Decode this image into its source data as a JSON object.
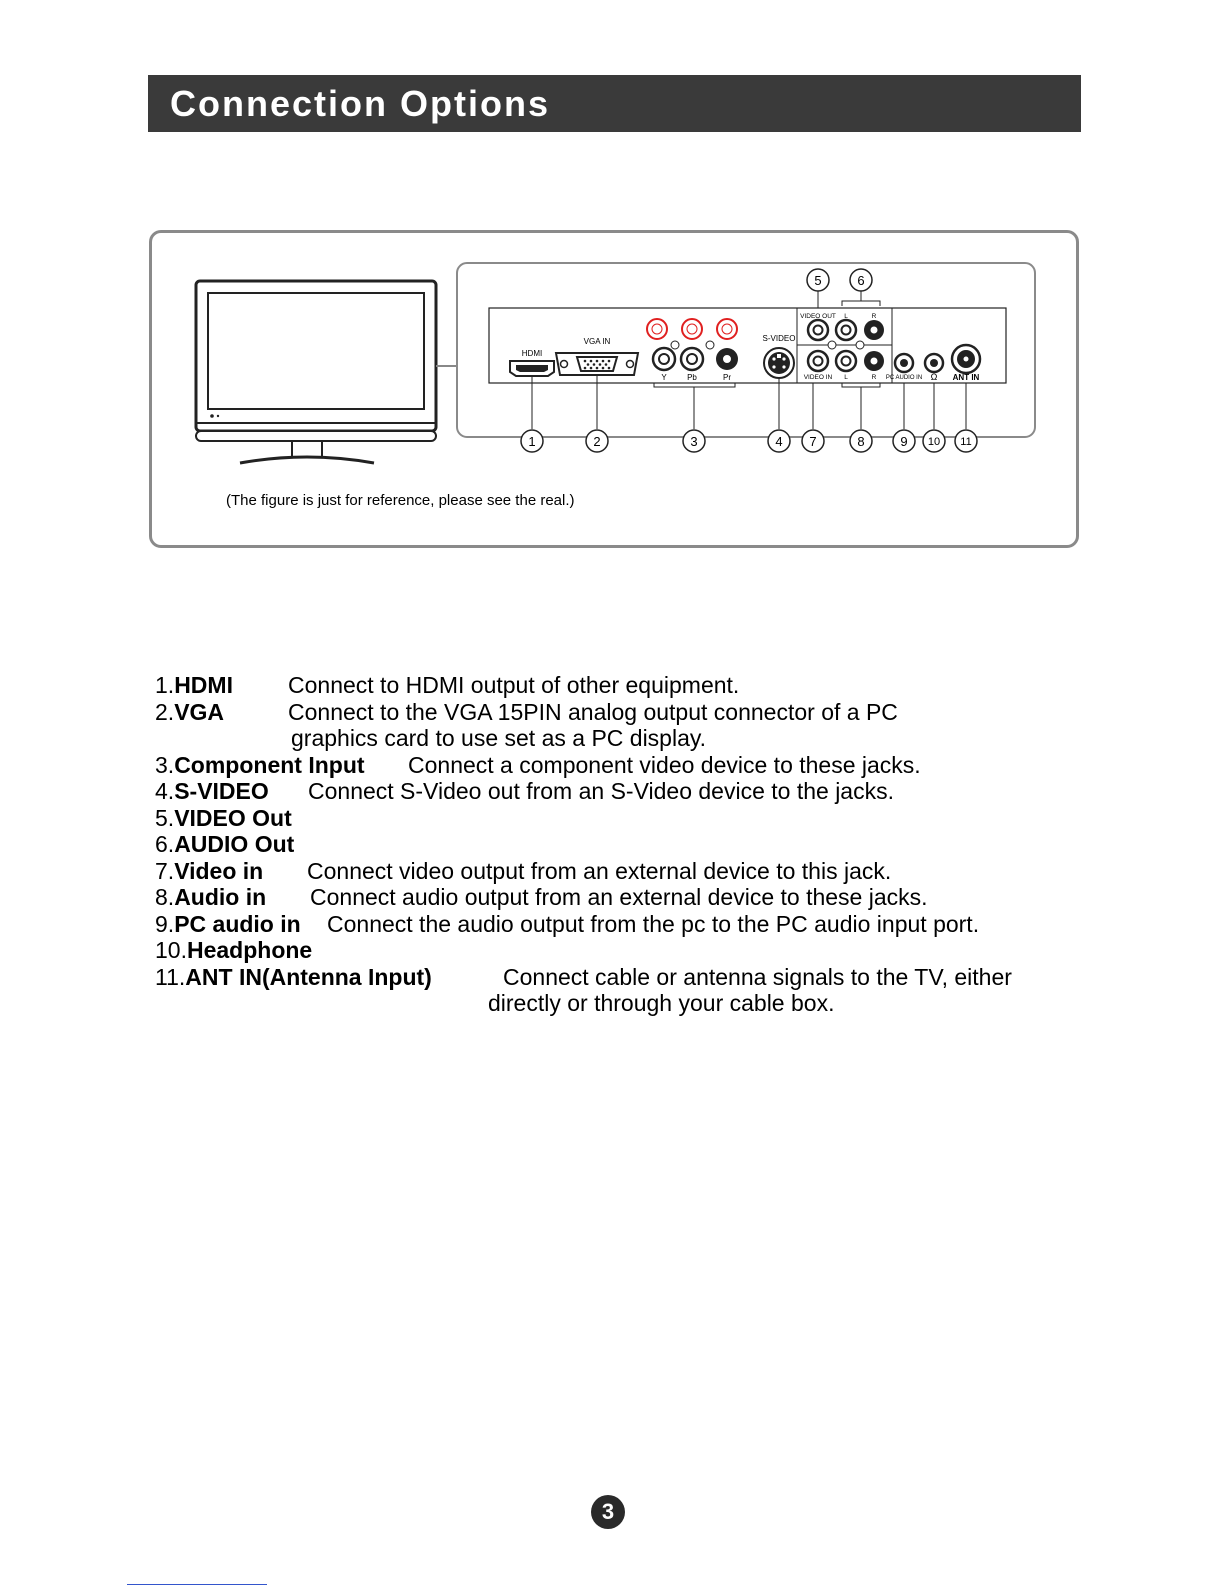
{
  "header": {
    "title": "Connection Options"
  },
  "figure": {
    "caption": "(The figure is just for reference, please see the real.)",
    "panel_labels": {
      "hdmi": "HDMI",
      "vga_in": "VGA IN",
      "s_video": "S-VIDEO",
      "video_out": "VIDEO OUT",
      "video_in": "VIDEO IN",
      "l_top": "L",
      "r_top": "R",
      "l_bottom": "L",
      "r_bottom": "R",
      "y": "Y",
      "pb": "Pb",
      "pr": "Pr",
      "pc_audio_in": "PC AUDIO IN",
      "headphone_symbol": "Ω",
      "ant_in": "ANT IN"
    },
    "callouts": [
      "1",
      "2",
      "3",
      "4",
      "5",
      "6",
      "7",
      "8",
      "9",
      "10",
      "11"
    ]
  },
  "items": [
    {
      "num": "1.",
      "term": "HDMI",
      "desc": [
        "Connect to HDMI output of other equipment."
      ]
    },
    {
      "num": "2.",
      "term": "VGA",
      "desc": [
        "Connect to the VGA 15PIN analog output connector of a PC",
        "graphics card to use set as a PC display."
      ]
    },
    {
      "num": "3.",
      "term": "Component Input",
      "desc": [
        "Connect a component video device to these jacks."
      ]
    },
    {
      "num": "4.",
      "term": "S-VIDEO",
      "desc": [
        "Connect S-Video out from an S-Video device to the jacks."
      ]
    },
    {
      "num": "5.",
      "term": "VIDEO Out",
      "desc": []
    },
    {
      "num": "6.",
      "term": "AUDIO Out",
      "desc": []
    },
    {
      "num": "7.",
      "term": "Video in",
      "desc": [
        "Connect video output from an external device to this jack."
      ]
    },
    {
      "num": "8.",
      "term": "Audio in",
      "desc": [
        "Connect audio output from an external device to these jacks."
      ]
    },
    {
      "num": "9.",
      "term": "PC audio in",
      "desc": [
        "Connect the audio output from the pc to the PC audio input port."
      ]
    },
    {
      "num": "10.",
      "term": "Headphone",
      "desc": []
    },
    {
      "num": "11.",
      "term": "ANT IN(Antenna Input)",
      "desc": [
        "Connect cable or antenna signals to the TV, either",
        "directly or through your cable box."
      ]
    }
  ],
  "footer": {
    "page_number": "3"
  }
}
